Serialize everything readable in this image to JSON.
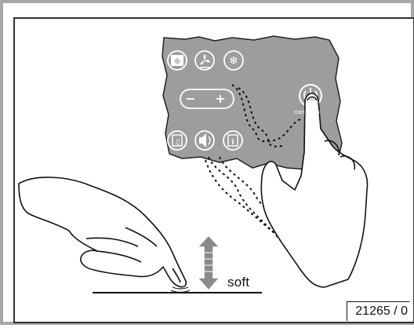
{
  "labels": {
    "pressure": "soft",
    "panel_caption": "start / stop"
  },
  "reference": {
    "number": "21265 / 0"
  },
  "panel": {
    "icons": [
      "ac-icon",
      "fan-icon",
      "snowflake-icon",
      "minus-icon",
      "plus-icon",
      "power-icon",
      "music-icon",
      "volume-icon",
      "info-icon"
    ]
  },
  "colors": {
    "frame": "#a7a7a7",
    "panel": "#9d9d9d",
    "arrow": "#8a8a8a",
    "ink": "#111111"
  }
}
